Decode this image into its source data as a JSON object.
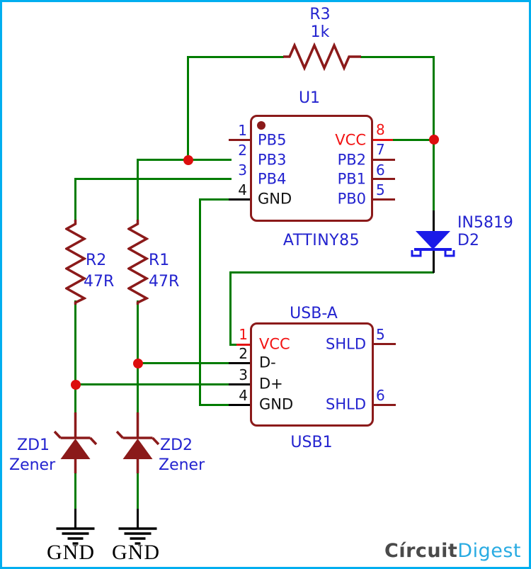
{
  "colors": {
    "frame": "#00AEEF",
    "wire_green": "#007C00",
    "component_dark_red": "#8B1A1A",
    "junction_red": "#DC0E0E",
    "net_red": "#E31212",
    "label_blue": "#2323CF",
    "diode_blue": "#1B1BE8",
    "logo_gray": "#4A4A4A",
    "logo_blue": "#29ABE2"
  },
  "r3": {
    "ref": "R3",
    "value": "1k"
  },
  "r1": {
    "ref": "R1",
    "value": "47R"
  },
  "r2": {
    "ref": "R2",
    "value": "47R"
  },
  "u1": {
    "ref": "U1",
    "part": "ATTINY85",
    "pins_left": [
      {
        "num": "1",
        "label": "PB5"
      },
      {
        "num": "2",
        "label": "PB3"
      },
      {
        "num": "3",
        "label": "PB4"
      },
      {
        "num": "4",
        "label": "GND"
      }
    ],
    "pins_right": [
      {
        "num": "8",
        "label": "VCC"
      },
      {
        "num": "7",
        "label": "PB2"
      },
      {
        "num": "6",
        "label": "PB1"
      },
      {
        "num": "5",
        "label": "PB0"
      }
    ]
  },
  "usb": {
    "ref": "USB1",
    "part": "USB-A",
    "pins_left": [
      {
        "num": "1",
        "label": "VCC"
      },
      {
        "num": "2",
        "label": "D-"
      },
      {
        "num": "3",
        "label": "D+"
      },
      {
        "num": "4",
        "label": "GND"
      }
    ],
    "pins_right": [
      {
        "num": "5",
        "label": "SHLD"
      },
      {
        "num": "6",
        "label": "SHLD"
      }
    ]
  },
  "d2": {
    "ref": "D2",
    "value": "IN5819"
  },
  "zd1": {
    "ref": "ZD1",
    "value": "Zener"
  },
  "zd2": {
    "ref": "ZD2",
    "value": "Zener"
  },
  "gnd_left": "GND",
  "gnd_right": "GND",
  "logo": {
    "circuit": "Círcuit",
    "digest": "Digest"
  }
}
